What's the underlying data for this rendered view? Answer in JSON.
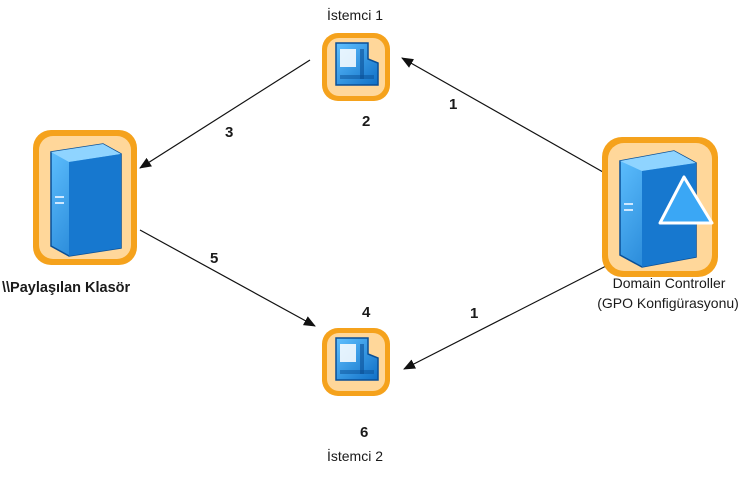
{
  "nodes": {
    "client1": {
      "name": "İstemci 1",
      "icon": "workstation-icon"
    },
    "client2": {
      "name": "İstemci 2",
      "icon": "workstation-icon"
    },
    "share": {
      "name": "\\\\Paylaşılan Klasör",
      "icon": "server-icon"
    },
    "dc": {
      "name_line1": "Domain Controller",
      "name_line2": "(GPO Konfigürasyonu)",
      "icon": "domain-controller-icon"
    }
  },
  "steps": {
    "dc_to_client1": "1",
    "dc_to_client2": "1",
    "client1_label": "2",
    "client1_to_share": "3",
    "client2_label": "4",
    "share_to_client2": "5",
    "client2_bottom": "6"
  },
  "colors": {
    "icon_blue": "#1e8fe0",
    "icon_outline": "#f5a21c",
    "arrow": "#111111"
  }
}
